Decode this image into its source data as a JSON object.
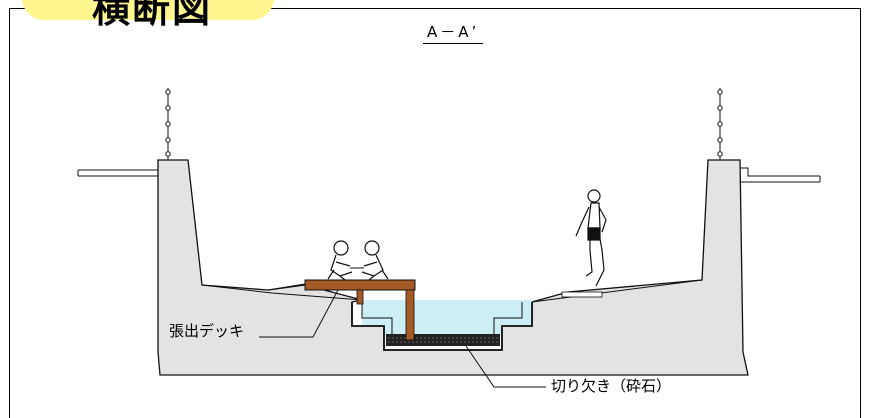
{
  "title": "横断図",
  "section": "A－A’",
  "labels": {
    "deck": "張出デッキ",
    "notch": "切り欠き（砕石）"
  },
  "colors": {
    "title_bg": "#fff68f",
    "concrete": "#e3e3e3",
    "water": "#cdeef5",
    "deck_wood": "#a45a25",
    "gravel": "#222222"
  }
}
